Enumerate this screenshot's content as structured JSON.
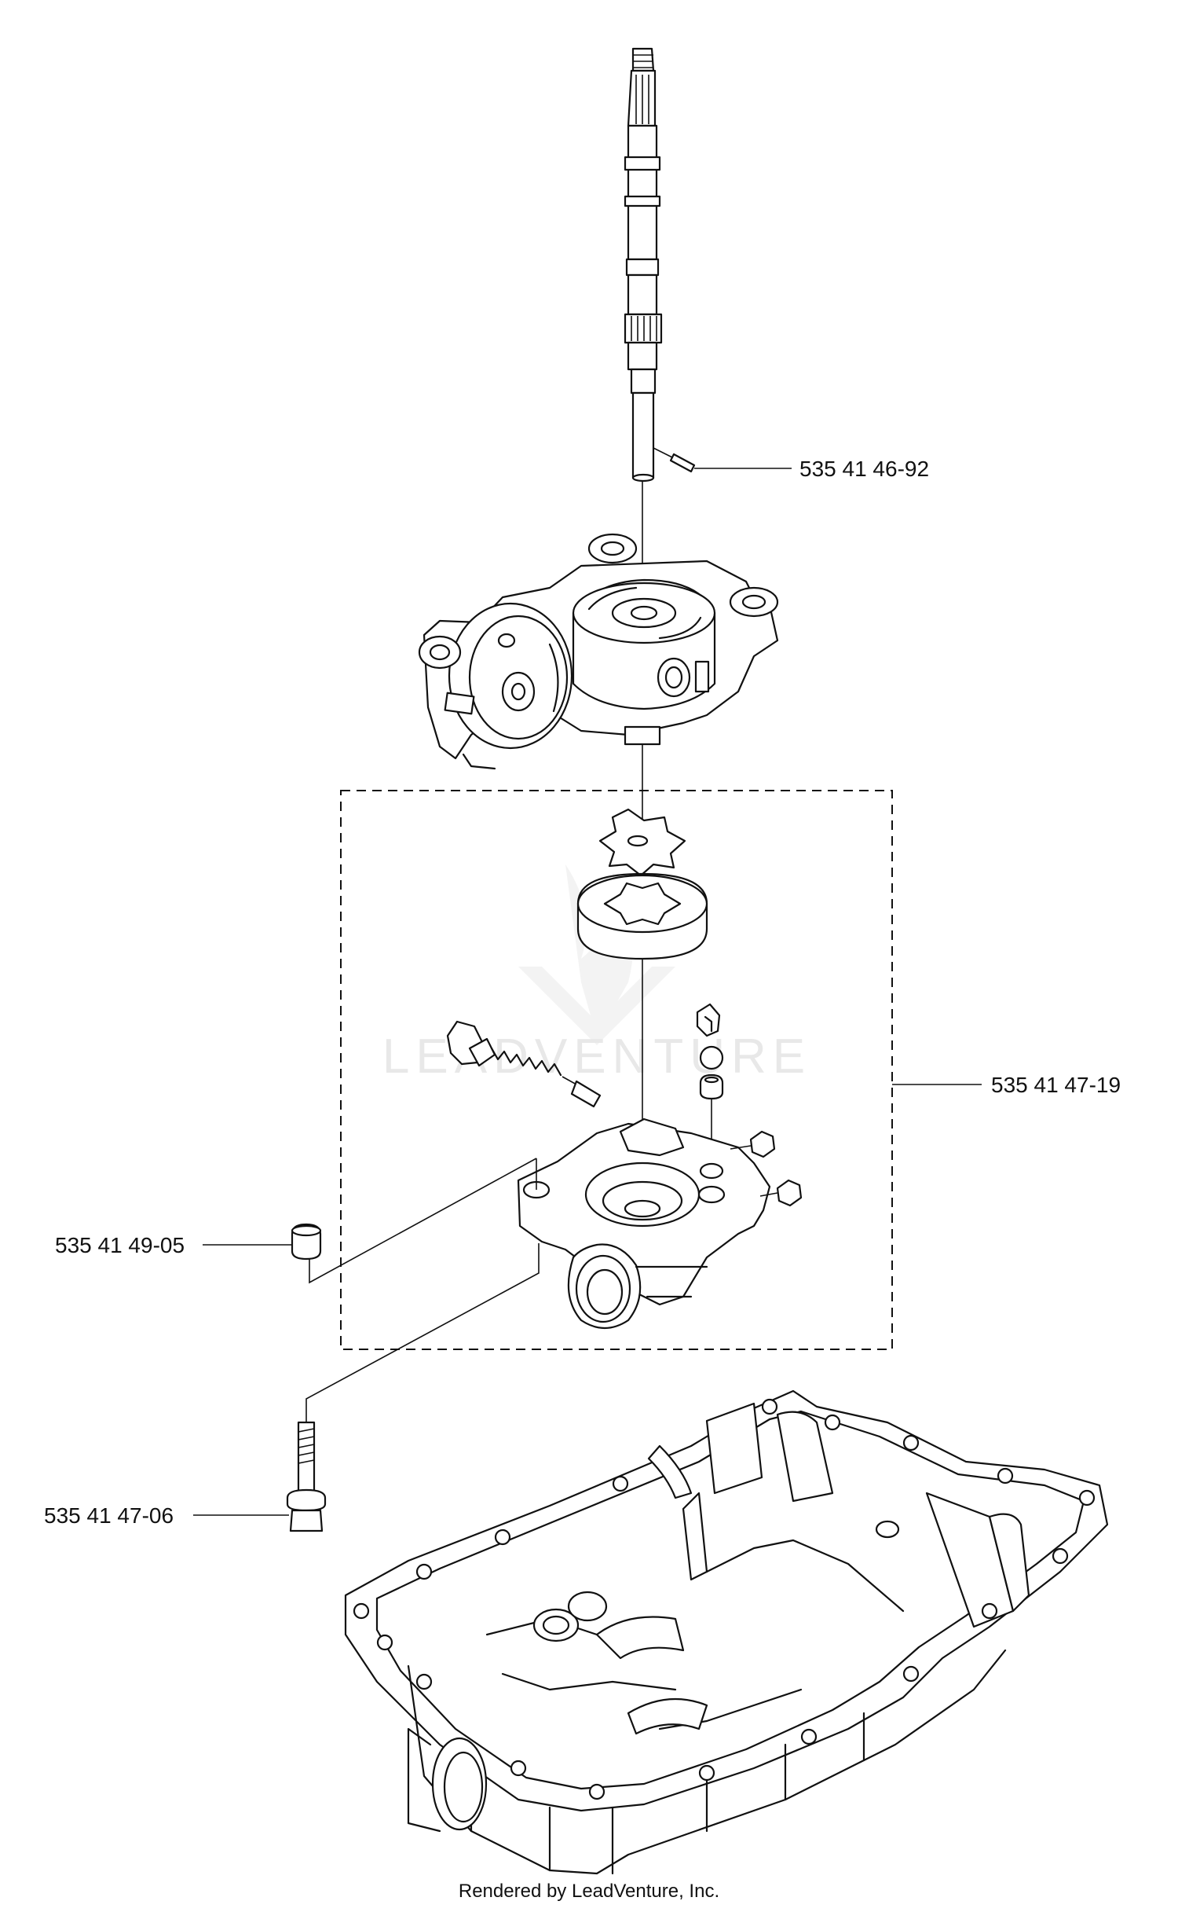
{
  "parts": [
    {
      "id": "pin",
      "number": "535 41 46-92"
    },
    {
      "id": "pump-kit",
      "number": "535 41 47-19"
    },
    {
      "id": "dowel",
      "number": "535 41 49-05"
    },
    {
      "id": "bolt",
      "number": "535 41 47-06"
    }
  ],
  "watermark": "LEADVENTURE",
  "footer": "Rendered by LeadVenture, Inc."
}
